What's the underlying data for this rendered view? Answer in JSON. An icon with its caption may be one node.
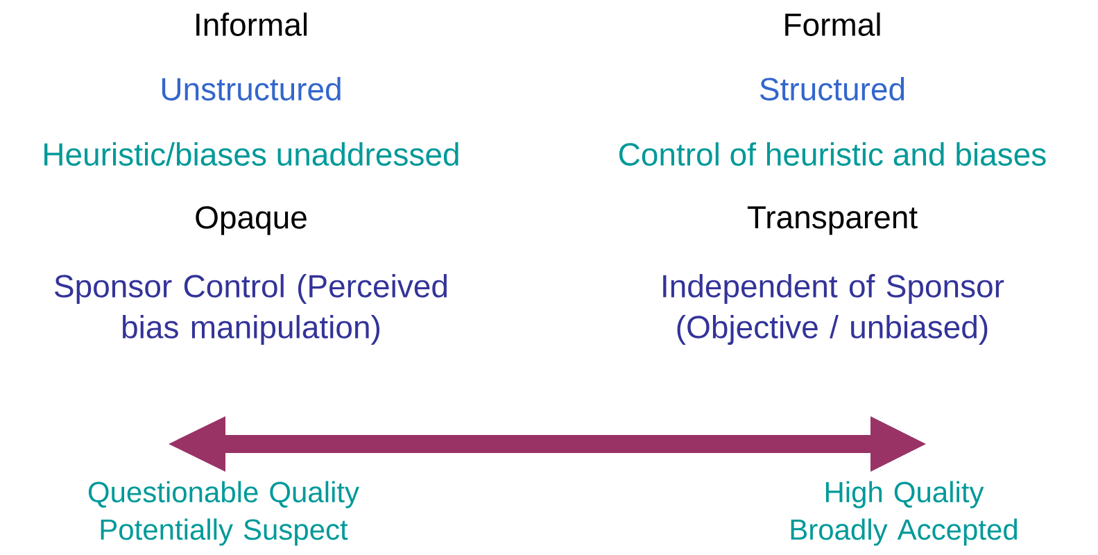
{
  "diagram": {
    "labels": [
      "Informal",
      "Formal",
      "Unstructured",
      "Structured",
      "Heuristic/biases unaddressed",
      "Control of heuristic and biases",
      "Opaque",
      "Transparent",
      "Sponsor Control (Perceived bias manipulation)",
      "Independent of Sponsor (Objective / unbiased)",
      "Questionable Quality Potentially Suspect",
      "High Quality Broadly Accepted"
    ]
  }
}
